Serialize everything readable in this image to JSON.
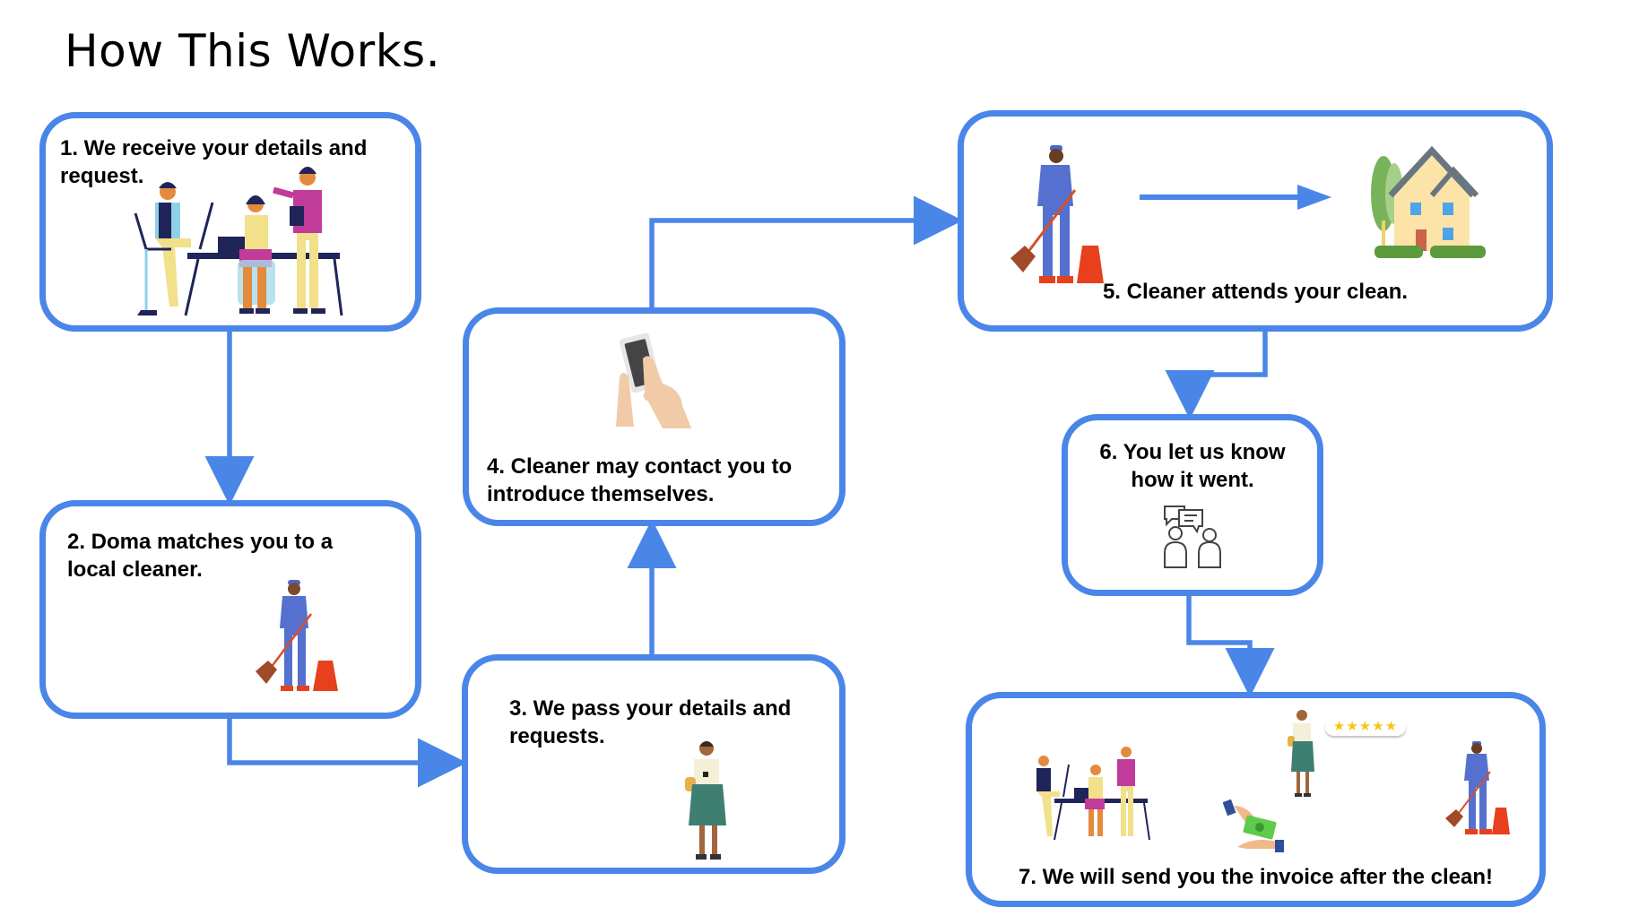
{
  "title": "How This Works.",
  "colors": {
    "accent": "#4a86e8",
    "text": "#000000"
  },
  "steps": [
    {
      "label": "1. We receive your details and request.",
      "illustration": "office-team-illustration"
    },
    {
      "label": "2. Doma matches you to a local cleaner.",
      "illustration": "cleaner-with-broom-illustration"
    },
    {
      "label": "3. We pass your details and requests.",
      "illustration": "customer-woman-illustration"
    },
    {
      "label": "4. Cleaner may contact you to introduce themselves.",
      "illustration": "hands-holding-phone-illustration"
    },
    {
      "label": "5. Cleaner attends your clean.",
      "illustration": "cleaner-to-house-illustration"
    },
    {
      "label": "6. You let us know how it went.",
      "illustration": "people-chatting-icon"
    },
    {
      "label": "7. We will send you the invoice after the clean!",
      "illustration": "team-payment-rating-cleaner-illustration"
    }
  ],
  "rating": {
    "stars": 5,
    "max": 5
  },
  "flow": [
    "1→2",
    "2→3",
    "3→4",
    "4→5",
    "5→6",
    "6→7"
  ]
}
